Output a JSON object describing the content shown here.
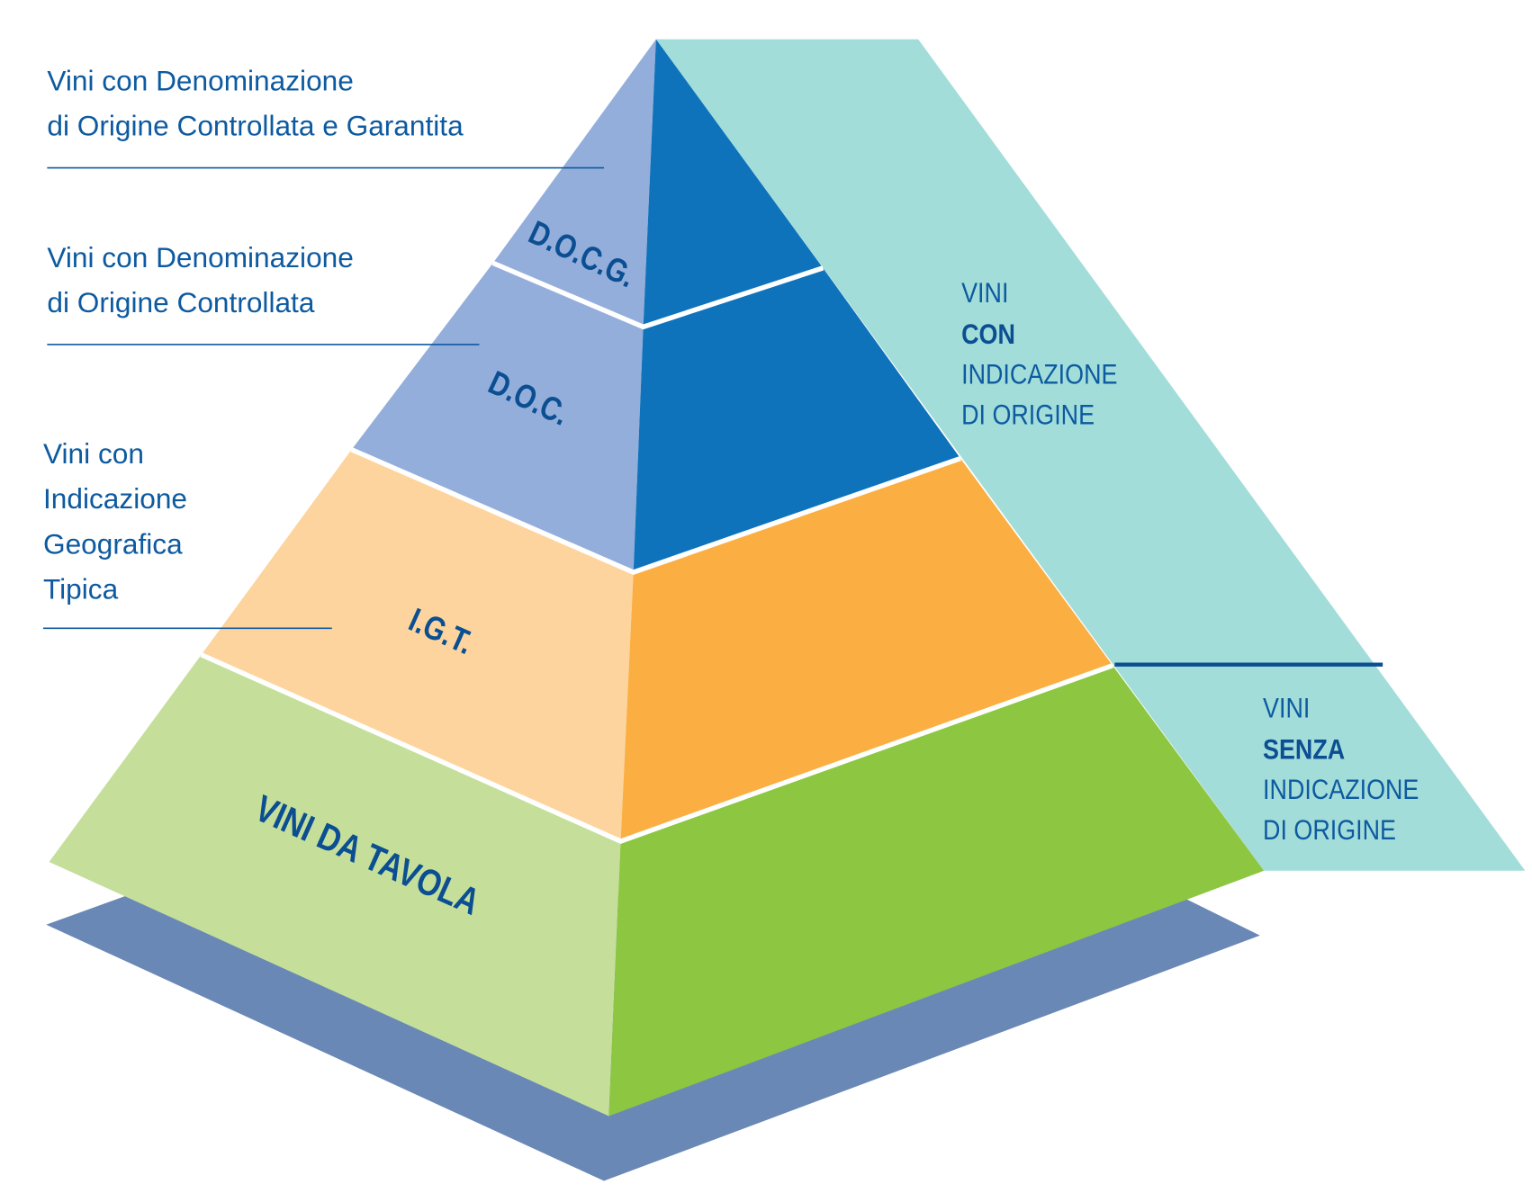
{
  "colors": {
    "docg_left": "#93aedb",
    "docg_right": "#0f73bc",
    "igt_left": "#fdd49d",
    "igt_right": "#fbaf42",
    "base_left": "#c5df9b",
    "base_right": "#8dc641",
    "band": "#a2ddd9",
    "shadow": "#6a88b6",
    "text": "#0d5aa0"
  },
  "descriptions": {
    "docg": [
      "Vini con Denominazione",
      "di Origine Controllata e Garantita"
    ],
    "doc": [
      "Vini con Denominazione",
      "di Origine Controllata"
    ],
    "igt": [
      "Vini con",
      "Indicazione",
      "Geografica",
      "Tipica"
    ]
  },
  "levels": {
    "docg": "D.O.C.G.",
    "doc": "D.O.C.",
    "igt": "I.G.T.",
    "base": "VINI DA TAVOLA"
  },
  "side": {
    "con": {
      "line1": "VINI",
      "bold": "CON",
      "line3": "INDICAZIONE",
      "line4": "DI ORIGINE"
    },
    "senza": {
      "line1": "VINI",
      "bold": "SENZA",
      "line3": "INDICAZIONE",
      "line4": "DI ORIGINE"
    }
  }
}
